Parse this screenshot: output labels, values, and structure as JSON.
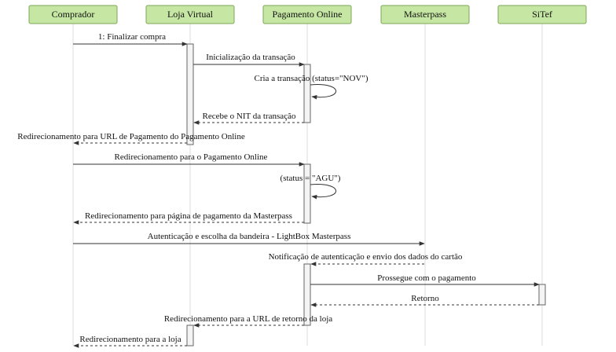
{
  "actors": [
    {
      "id": "comprador",
      "label": "Comprador"
    },
    {
      "id": "loja",
      "label": "Loja Virtual"
    },
    {
      "id": "pagamento",
      "label": "Pagamento Online"
    },
    {
      "id": "masterpass",
      "label": "Masterpass"
    },
    {
      "id": "sitef",
      "label": "SiTef"
    }
  ],
  "messages": [
    {
      "label": "1: Finalizar compra",
      "from": "comprador",
      "to": "loja",
      "style": "solid"
    },
    {
      "label": "Inicialização da transação",
      "from": "loja",
      "to": "pagamento",
      "style": "solid"
    },
    {
      "label": "Cria a transação (status=\"NOV\")",
      "from": "pagamento",
      "to": "pagamento",
      "style": "self"
    },
    {
      "label": "Recebe o NIT da transação",
      "from": "pagamento",
      "to": "loja",
      "style": "dashed"
    },
    {
      "label": "Redirecionamento para URL de Pagamento do Pagamento Online",
      "from": "loja",
      "to": "comprador",
      "style": "dashed"
    },
    {
      "label": "Redirecionamento para o Pagamento Online",
      "from": "comprador",
      "to": "pagamento",
      "style": "solid"
    },
    {
      "label": "(status = \"AGU\")",
      "from": "pagamento",
      "to": "pagamento",
      "style": "self"
    },
    {
      "label": "Redirecionamento para página de pagamento da Masterpass",
      "from": "pagamento",
      "to": "comprador",
      "style": "dashed"
    },
    {
      "label": "Autenticação e escolha da bandeira - LightBox Masterpass",
      "from": "comprador",
      "to": "masterpass",
      "style": "solid"
    },
    {
      "label": "Notificação de autenticação e envio dos dados do cartão",
      "from": "masterpass",
      "to": "pagamento",
      "style": "dashed"
    },
    {
      "label": "Prossegue com o pagamento",
      "from": "pagamento",
      "to": "sitef",
      "style": "solid"
    },
    {
      "label": "Retorno",
      "from": "sitef",
      "to": "pagamento",
      "style": "dashed"
    },
    {
      "label": "Redirecionamento para a URL de retorno da loja",
      "from": "pagamento",
      "to": "loja",
      "style": "dashed"
    },
    {
      "label": "Redirecionamento para a loja",
      "from": "loja",
      "to": "comprador",
      "style": "dashed"
    }
  ],
  "colors": {
    "actor_fill": "#c6e6a3",
    "actor_border": "#7ea75a",
    "line": "#333333",
    "lifeline": "#dcdcdc"
  }
}
